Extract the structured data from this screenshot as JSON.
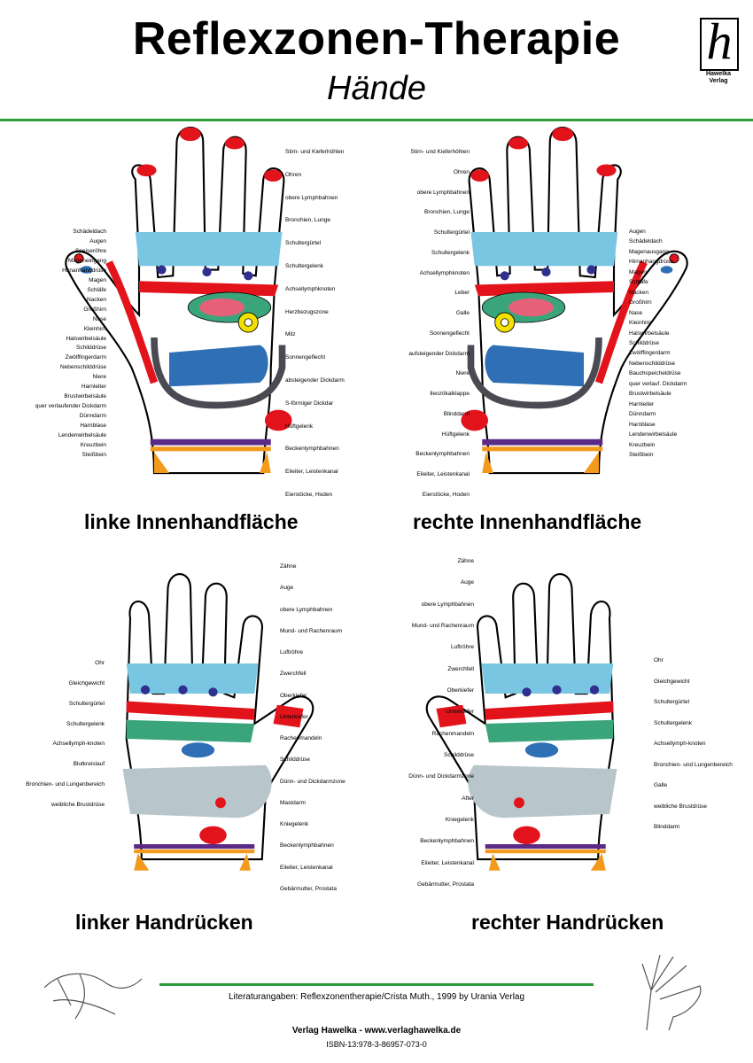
{
  "header": {
    "title": "Reflexzonen-Therapie",
    "subtitle": "Hände",
    "logo_letter": "h",
    "logo_name_line1": "Hawelka",
    "logo_name_line2": "Verlag"
  },
  "panels": [
    {
      "caption": "linke Innenhandfläche",
      "labels_left": [
        "Schädeldach",
        "Augen",
        "Speiseröhre",
        "Mageneingang",
        "Hirnanhangdrüse",
        "Magen",
        "Schläfe",
        "Nacken",
        "Großhirn",
        "Nase",
        "Kleinhirn",
        "Halswirbelsäule",
        "Schilddrüse",
        "Zwölffingerdarm",
        "Nebenschilddrüse",
        "Niere",
        "Harnleiter",
        "Brustwirbelsäule",
        "quer verlaufender Dickdarm",
        "Dünndarm",
        "Harnblase",
        "Lendenwirbelsäule",
        "Kreuzbein",
        "Steißbein"
      ],
      "labels_right": [
        "Stirn- und Kieferhöhlen",
        "Ohren",
        "obere Lymphbahnen",
        "Bronchien, Lunge",
        "Schultergürtel",
        "Schultergelenk",
        "Achsellymphknoten",
        "Herzbezugszone",
        "Milz",
        "Sonnengeflecht",
        "absteigender Dickdarm",
        "S-förmiger Dickdar",
        "Hüftgelenk",
        "Beckenlymphbahnen",
        "Eileiter, Leistenkanal",
        "Eierstöcke, Hoden"
      ]
    },
    {
      "caption": "rechte Innenhandfläche",
      "labels_left": [
        "Stirn- und Kieferhöhlen",
        "Ohren",
        "obere Lymphbahnen",
        "Bronchien, Lunge",
        "Schultergürtel",
        "Schultergelenk",
        "Achsellymphknoten",
        "Leber",
        "Galle",
        "Sonnengeflecht",
        "aufsteigender Dickdarm",
        "Niere",
        "Ileozökalklappe",
        "Blinddarm",
        "Hüftgelenk",
        "Beckenlymphbahnen",
        "Eileiter, Leistenkanal",
        "Eierstöcke, Hoden"
      ],
      "labels_right": [
        "Augen",
        "Schädeldach",
        "Magenausgang",
        "Hirnanhangdrüse",
        "Magen",
        "Schläfe",
        "Nacken",
        "Großhirn",
        "Nase",
        "Kleinhirn",
        "Halswirbelsäule",
        "Schilddrüse",
        "Zwölffingerdarm",
        "Nebenschilddrüse",
        "Bauchspeicheldrüse",
        "quer verlauf. Dickdarm",
        "Brustwirbelsäule",
        "Harnleiter",
        "Dünndarm",
        "Harnblase",
        "Lendenwirbelsäule",
        "Kreuzbein",
        "Steißbein"
      ]
    },
    {
      "caption": "linker Handrücken",
      "labels_left": [
        "Ohr",
        "Gleichgewicht",
        "Schultergürtel",
        "Schultergelenk",
        "Achsellymph-knoten",
        "Blutkreislauf",
        "Bronchien- und Lungenbereich",
        "weibliche Brustdrüse"
      ],
      "labels_right": [
        "Zähne",
        "Auge",
        "obere Lymphbahnen",
        "Mund- und Rachenraum",
        "Luftröhre",
        "Zwerchfell",
        "Oberkiefer",
        "Unterkiefer",
        "Rachenmandeln",
        "Schilddrüse",
        "Dünn- und Dickdarmzone",
        "Mastdarm",
        "Kniegelenk",
        "Beckenlymphbahnen",
        "Eileiter, Leistenkanal",
        "Gebärmutter, Prostata"
      ]
    },
    {
      "caption": "rechter Handrücken",
      "labels_left": [
        "Zähne",
        "Auge",
        "obere Lymphbahnen",
        "Mund- und Rachenraum",
        "Luftröhre",
        "Zwerchfell",
        "Oberkiefer",
        "Unterkiefer",
        "Rachenmandeln",
        "Schilddrüse",
        "Dünn- und Dickdarmzone",
        "After",
        "Kniegelenk",
        "Beckenlymphbahnen",
        "Eileiter, Leistenkanal",
        "Gebärmutter, Prostata"
      ],
      "labels_right": [
        "Ohr",
        "Gleichgewicht",
        "Schultergürtel",
        "Schultergelenk",
        "Achsellymph-knoten",
        "Bronchien- und Lungenbereich",
        "Galle",
        "weibliche Brustdrüse",
        "Blinddarm"
      ]
    }
  ],
  "footer": {
    "literature": "Literaturangaben: Reflexzonentherapie/Crista Muth.,  1999 by Urania Verlag",
    "publisher": "Verlag Hawelka - www.verlaghawelka.de",
    "isbn": "ISBN-13:978-3-86957-073-0"
  },
  "colors": {
    "accent_rule": "#2e9c3a",
    "zone_red": "#e2131b",
    "zone_blue": "#2f6fb5",
    "zone_lightblue": "#79c6e2",
    "zone_green": "#2e9c5a",
    "zone_orange": "#f39a1d",
    "zone_yellow": "#f4e000",
    "zone_purple": "#5b2a86",
    "zone_gray": "#b8c6cc",
    "colon_gray": "#4a4a52"
  }
}
